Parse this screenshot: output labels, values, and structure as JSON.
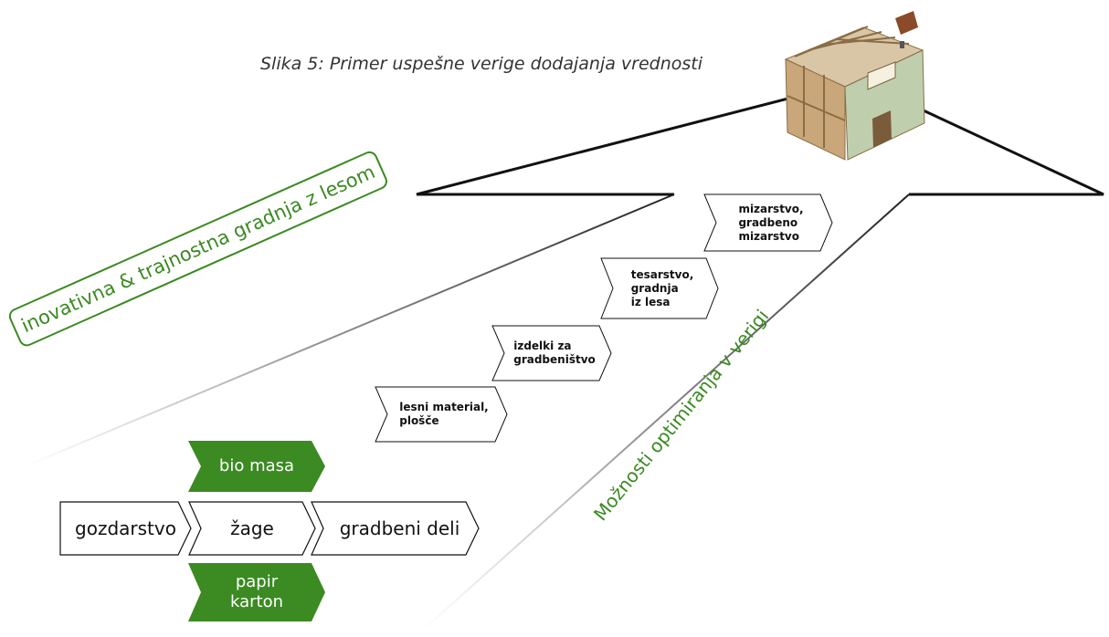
{
  "caption": "Slika 5: Primer uspešne verige dodajanja vrednosti",
  "band_label": "inovativna & trajnostna gradnja z lesom",
  "side_label": "Možnosti optimiranja v verigi",
  "main_chain": [
    "gozdarstvo",
    "žage",
    "gradbeni deli"
  ],
  "side_products": {
    "upper": "bio masa",
    "lower": "papir\nkarton"
  },
  "steps": [
    "lesni material,\nplošče",
    "izdelki za\ngradbeništvo",
    "tesarstvo,\ngradnja\niz lesa",
    "mizarstvo,\ngradbeno\nmizarstvo"
  ],
  "colors": {
    "green": "#3b8a22",
    "text_green": "#3b8a22",
    "outline": "#111111"
  },
  "icons": {
    "house": "timber-frame-house-illustration"
  }
}
